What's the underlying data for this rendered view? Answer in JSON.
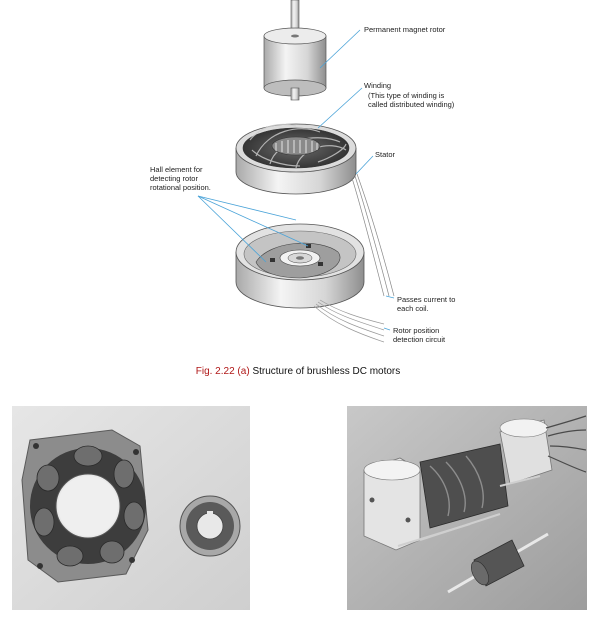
{
  "diagram": {
    "labels": {
      "rotor": "Permanent magnet rotor",
      "winding": "Winding",
      "winding_note_1": "(This type of winding is",
      "winding_note_2": "called distributed winding)",
      "stator": "Stator",
      "hall_1": "Hall element for",
      "hall_2": "detecting rotor",
      "hall_3": "rotational position.",
      "current_1": "Passes current to",
      "current_2": "each coil.",
      "detect_1": "Rotor position",
      "detect_2": "detection circuit"
    }
  },
  "caption": {
    "fig_number": "Fig. 2.22 (a)",
    "title": "Structure of brushless DC motors"
  },
  "photos": {
    "left": "stator-and-rotor-photo",
    "right": "disassembled-motor-photo"
  }
}
